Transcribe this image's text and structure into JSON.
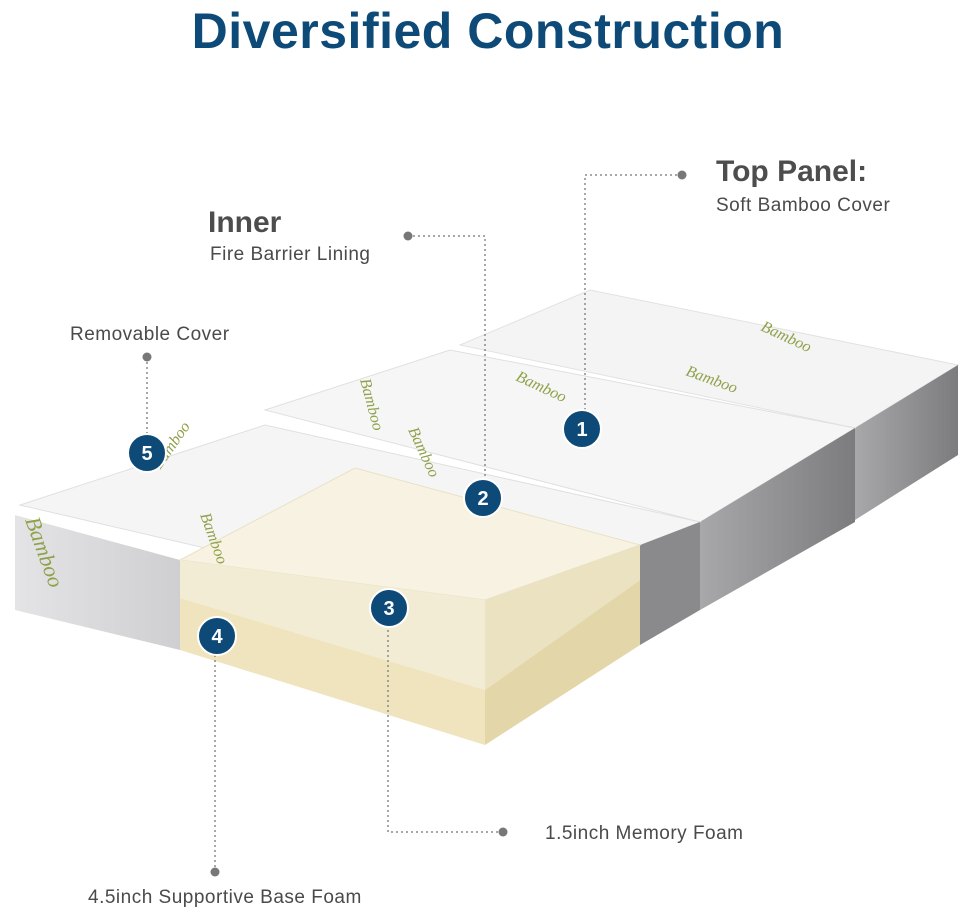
{
  "title": "Diversified Construction",
  "callouts": {
    "top_panel": {
      "number": "1",
      "heading": "Top Panel:",
      "text": "Soft Bamboo Cover"
    },
    "inner": {
      "number": "2",
      "heading": "Inner",
      "text": "Fire Barrier Lining"
    },
    "memory_foam": {
      "number": "3",
      "text": "1.5inch Memory Foam"
    },
    "base_foam": {
      "number": "4",
      "text": "4.5inch Supportive Base Foam"
    },
    "cover": {
      "number": "5",
      "text": "Removable Cover"
    }
  },
  "fabric_print": "Bamboo",
  "colors": {
    "title": "#0e4a78",
    "badge": "#0e4a78",
    "foam_top": "#f6f1df",
    "foam_base": "#efe5c0",
    "cover_white": "#f3f3f3",
    "side_gray": "#8e8e90",
    "bamboo_green": "#8fa14a"
  }
}
